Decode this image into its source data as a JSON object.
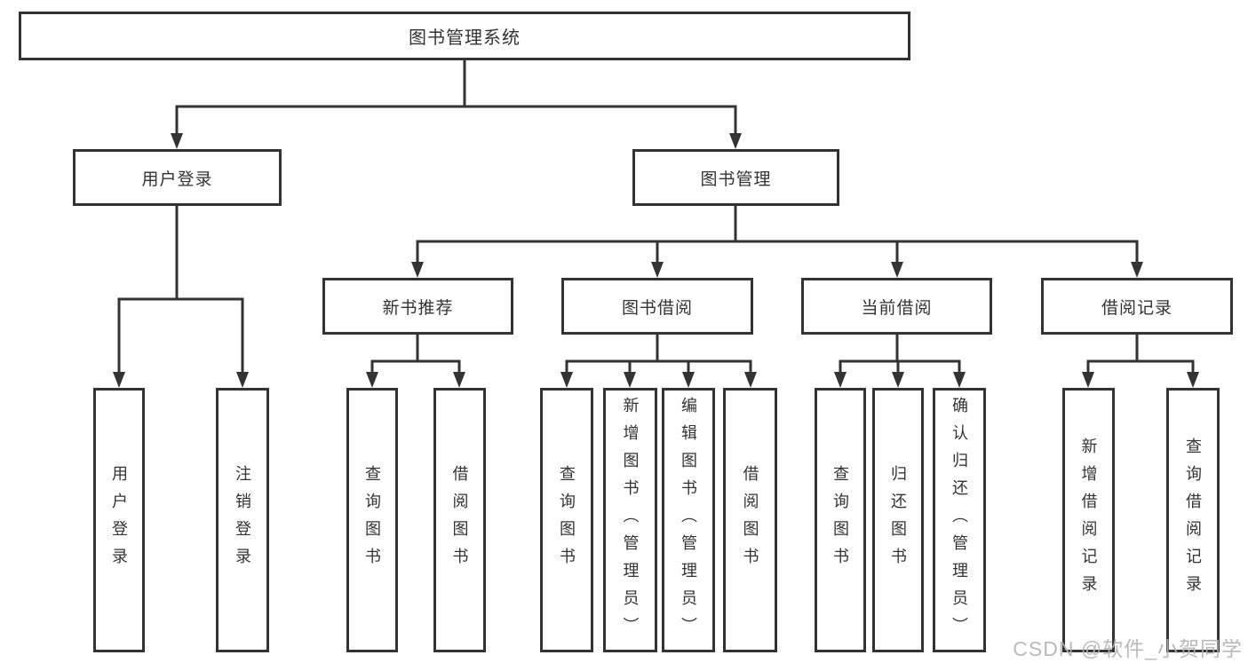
{
  "tree": {
    "root": {
      "label": "图书管理系统"
    },
    "branches": [
      {
        "label": "用户登录",
        "leaves": [
          {
            "label": "用户登录"
          },
          {
            "label": "注销登录"
          }
        ]
      },
      {
        "label": "图书管理",
        "groups": [
          {
            "label": "新书推荐",
            "leaves": [
              {
                "label": "查询图书"
              },
              {
                "label": "借阅图书"
              }
            ]
          },
          {
            "label": "图书借阅",
            "leaves": [
              {
                "label": "查询图书"
              },
              {
                "label": "新增图书（管理员）"
              },
              {
                "label": "编辑图书（管理员）"
              },
              {
                "label": "借阅图书"
              }
            ]
          },
          {
            "label": "当前借阅",
            "leaves": [
              {
                "label": "查询图书"
              },
              {
                "label": "归还图书"
              },
              {
                "label": "确认归还（管理员）"
              }
            ]
          },
          {
            "label": "借阅记录",
            "leaves": [
              {
                "label": "新增借阅记录"
              },
              {
                "label": "查询借阅记录"
              }
            ]
          }
        ]
      }
    ]
  },
  "watermark": "CSDN @软件_小贺同学",
  "colors": {
    "line": "#333333",
    "text": "#333333",
    "watermark": "#b3b3b3",
    "background": "#ffffff"
  }
}
